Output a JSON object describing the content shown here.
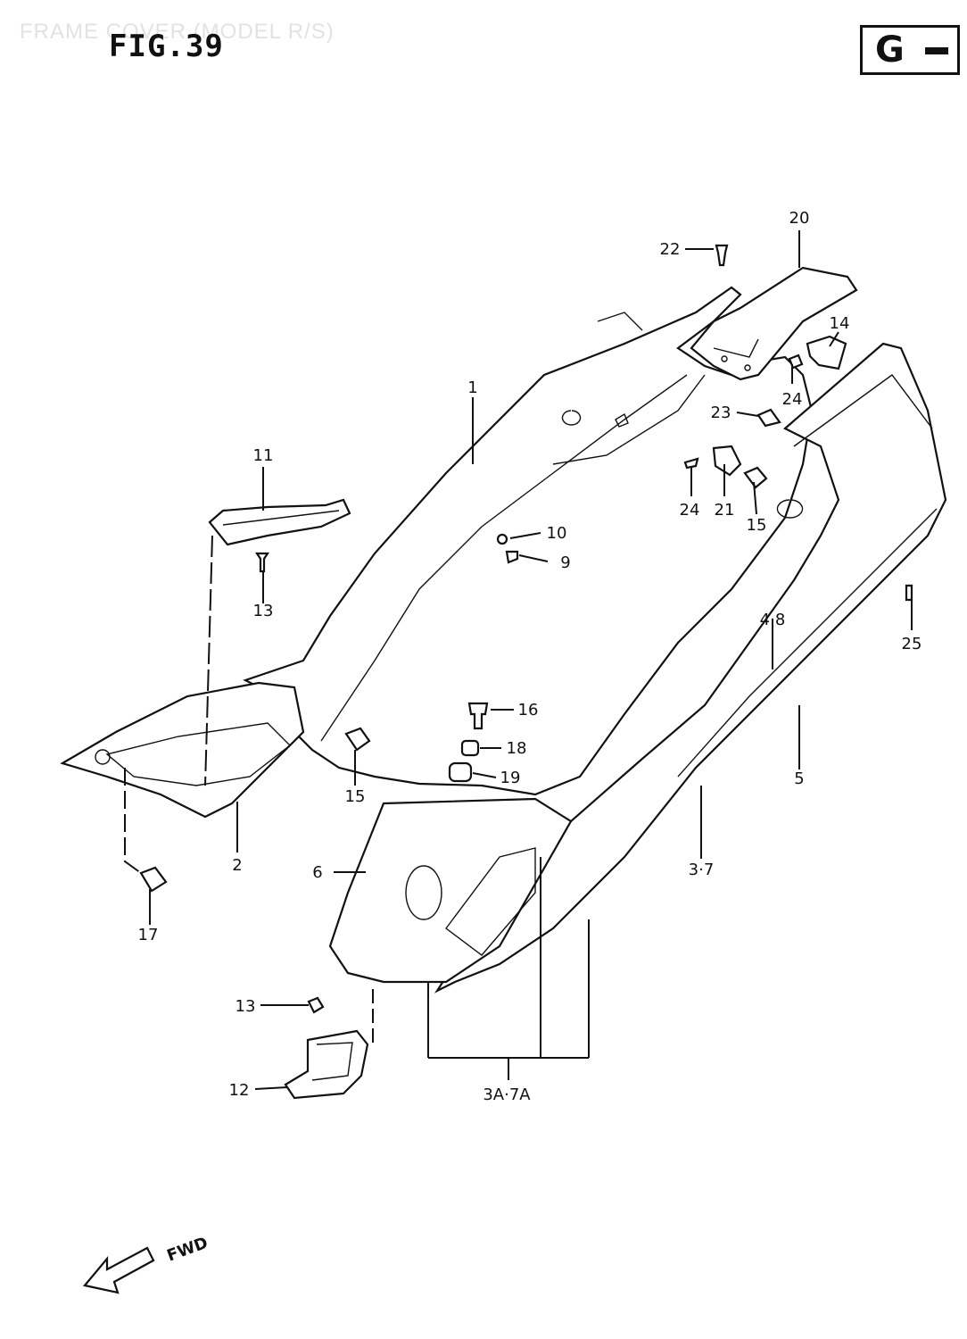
{
  "header": {
    "faint_caption": "FRAME COVER (MODEL R/S)",
    "figure_title": "FIG.39",
    "section_code": "G"
  },
  "orientation": {
    "direction_label": "FWD"
  },
  "callouts": [
    {
      "id": "c1",
      "text": "1"
    },
    {
      "id": "c2",
      "text": "2"
    },
    {
      "id": "c3",
      "text": "3·7"
    },
    {
      "id": "c4",
      "text": "4·8"
    },
    {
      "id": "c5",
      "text": "5"
    },
    {
      "id": "c6",
      "text": "6"
    },
    {
      "id": "c9",
      "text": "9"
    },
    {
      "id": "c10",
      "text": "10"
    },
    {
      "id": "c11",
      "text": "11"
    },
    {
      "id": "c12",
      "text": "12"
    },
    {
      "id": "c13a",
      "text": "13"
    },
    {
      "id": "c13b",
      "text": "13"
    },
    {
      "id": "c14",
      "text": "14"
    },
    {
      "id": "c15a",
      "text": "15"
    },
    {
      "id": "c15b",
      "text": "15"
    },
    {
      "id": "c16",
      "text": "16"
    },
    {
      "id": "c17",
      "text": "17"
    },
    {
      "id": "c18",
      "text": "18"
    },
    {
      "id": "c19",
      "text": "19"
    },
    {
      "id": "c20",
      "text": "20"
    },
    {
      "id": "c21",
      "text": "21"
    },
    {
      "id": "c22",
      "text": "22"
    },
    {
      "id": "c23",
      "text": "23"
    },
    {
      "id": "c24a",
      "text": "24"
    },
    {
      "id": "c24b",
      "text": "24"
    },
    {
      "id": "c25",
      "text": "25"
    },
    {
      "id": "c3a",
      "text": "3A·7A"
    }
  ]
}
